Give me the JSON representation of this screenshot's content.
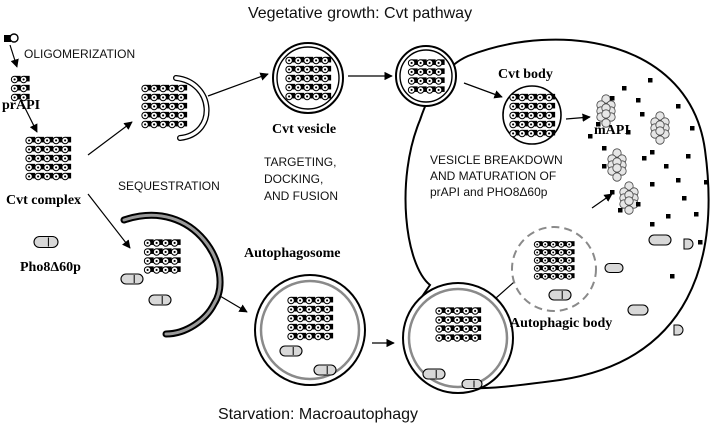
{
  "title_top": "Vegetative growth: Cvt pathway",
  "title_bottom": "Starvation: Macroautophagy",
  "labels": {
    "oligomerization": "OLIGOMERIZATION",
    "prapi": "prAPI",
    "cvt_complex": "Cvt complex",
    "sequestration": "SEQUESTRATION",
    "pho8": "Pho8Δ60p",
    "cvt_vesicle": "Cvt vesicle",
    "targeting_1": "TARGETING,",
    "targeting_2": "DOCKING,",
    "targeting_3": "AND FUSION",
    "autophagosome": "Autophagosome",
    "cvt_body": "Cvt body",
    "mapi": "mAPI",
    "breakdown_1": "VESICLE BREAKDOWN",
    "breakdown_2": "AND MATURATION OF",
    "breakdown_3": "prAPI and PHO8Δ60p",
    "autophagic_body": "Autophagic body"
  }
}
